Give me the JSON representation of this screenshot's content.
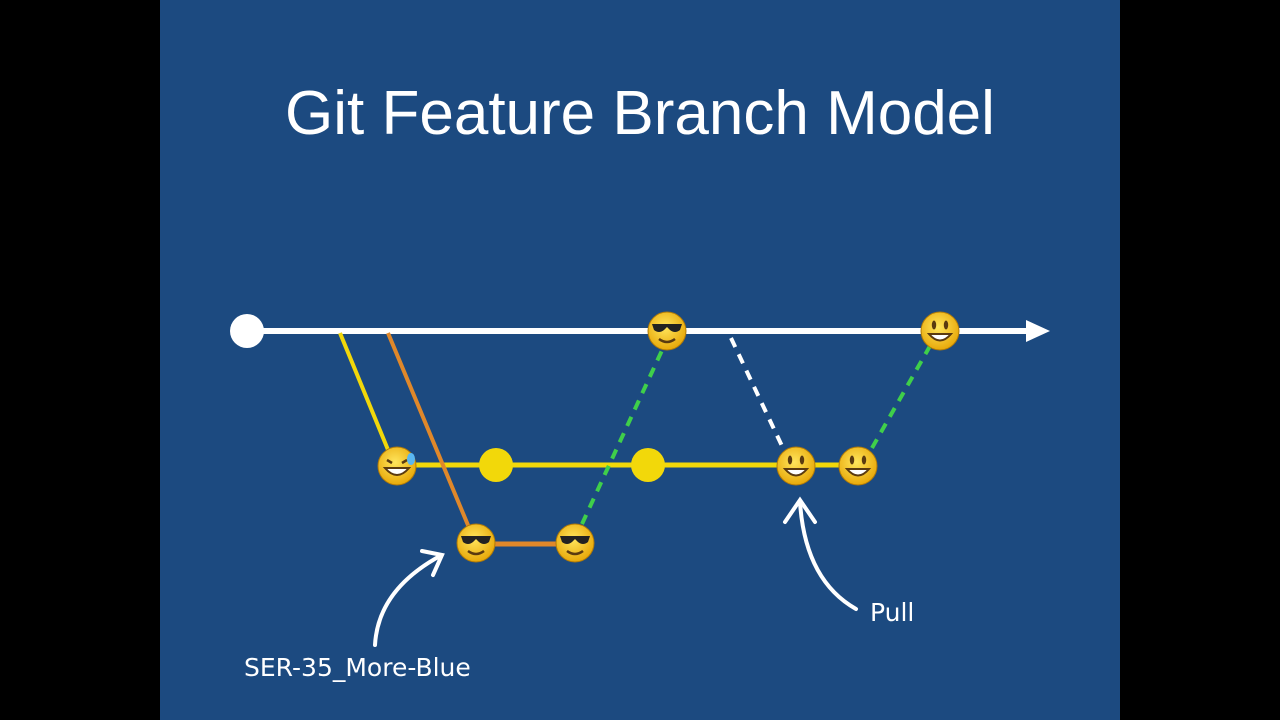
{
  "slide": {
    "title": "Git Feature Branch Model",
    "labels": {
      "branch_name": "SER-35_More-Blue",
      "pull": "Pull"
    }
  },
  "colors": {
    "background": "#1c4a80",
    "main_line": "#ffffff",
    "feature_yellow": "#f2d80a",
    "feature_orange": "#e0882a",
    "merge_green": "#3fcf4a",
    "pull_white": "#ffffff"
  },
  "icons": [
    "smiling-face-with-sunglasses",
    "grinning-face-with-sweat",
    "smiling-face-with-open-mouth"
  ]
}
